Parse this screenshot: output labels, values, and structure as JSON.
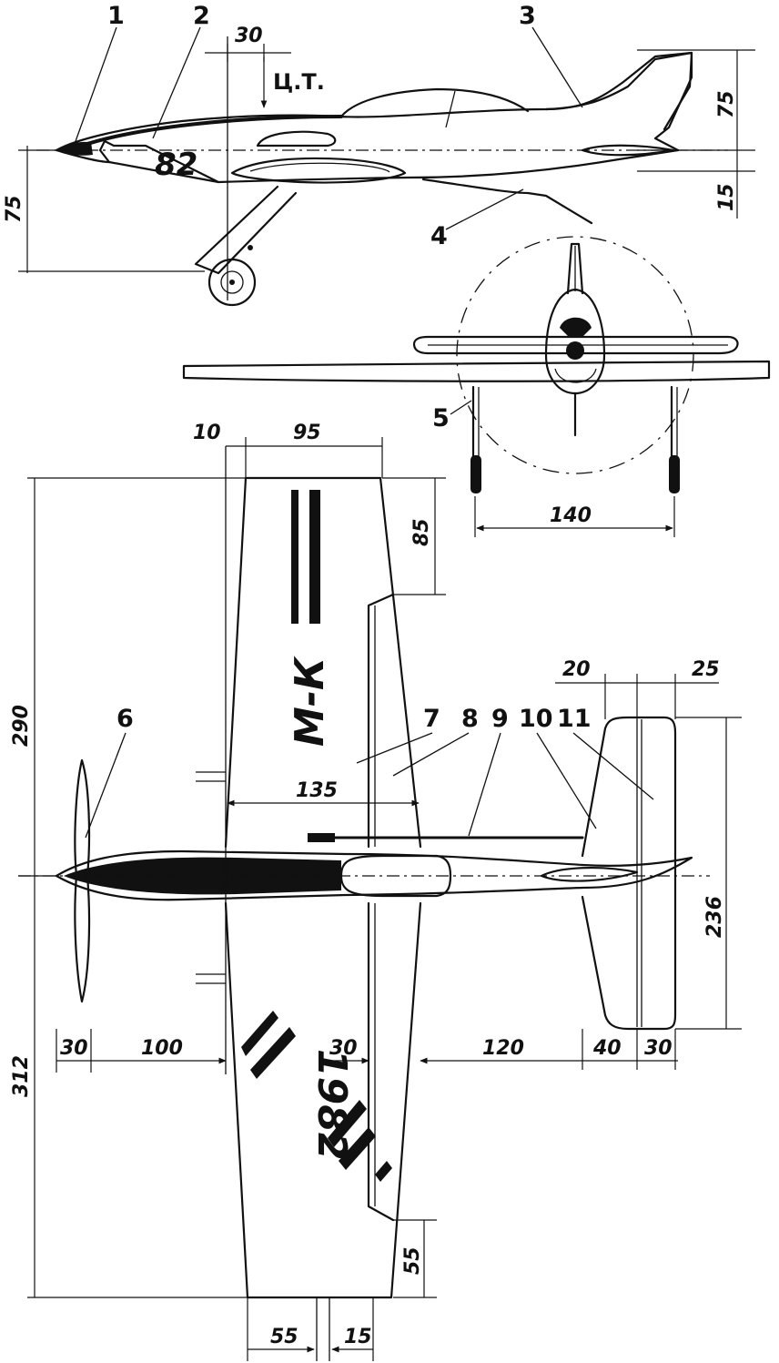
{
  "callouts": [
    "1",
    "2",
    "3",
    "4",
    "5",
    "6",
    "7",
    "8",
    "9",
    "10",
    "11"
  ],
  "cg_label": "Ц.Т.",
  "race_number": "82",
  "wing_marking_top": "М-К",
  "wing_marking_bottom": "1982",
  "dimensions": {
    "side_cg_offset": "30",
    "side_tail_height": "75",
    "side_tail_offset": "15",
    "side_gear_height": "75",
    "front_track": "140",
    "wing_le_offset": "10",
    "wing_tip_chord": "95",
    "aileron_tip_gap": "85",
    "half_span_top": "290",
    "aileron_span": "135",
    "stab_le_offset": "20",
    "elevator_tip_chord": "25",
    "stab_span": "236",
    "half_span_bottom": "312",
    "spinner_length": "30",
    "nose_to_wing": "100",
    "wing_te_gap": "30",
    "wing_to_stab": "120",
    "stab_chord": "40",
    "elevator_chord": "30",
    "aileron_root_gap": "55",
    "root_chord_a": "55",
    "root_chord_b": "15"
  }
}
